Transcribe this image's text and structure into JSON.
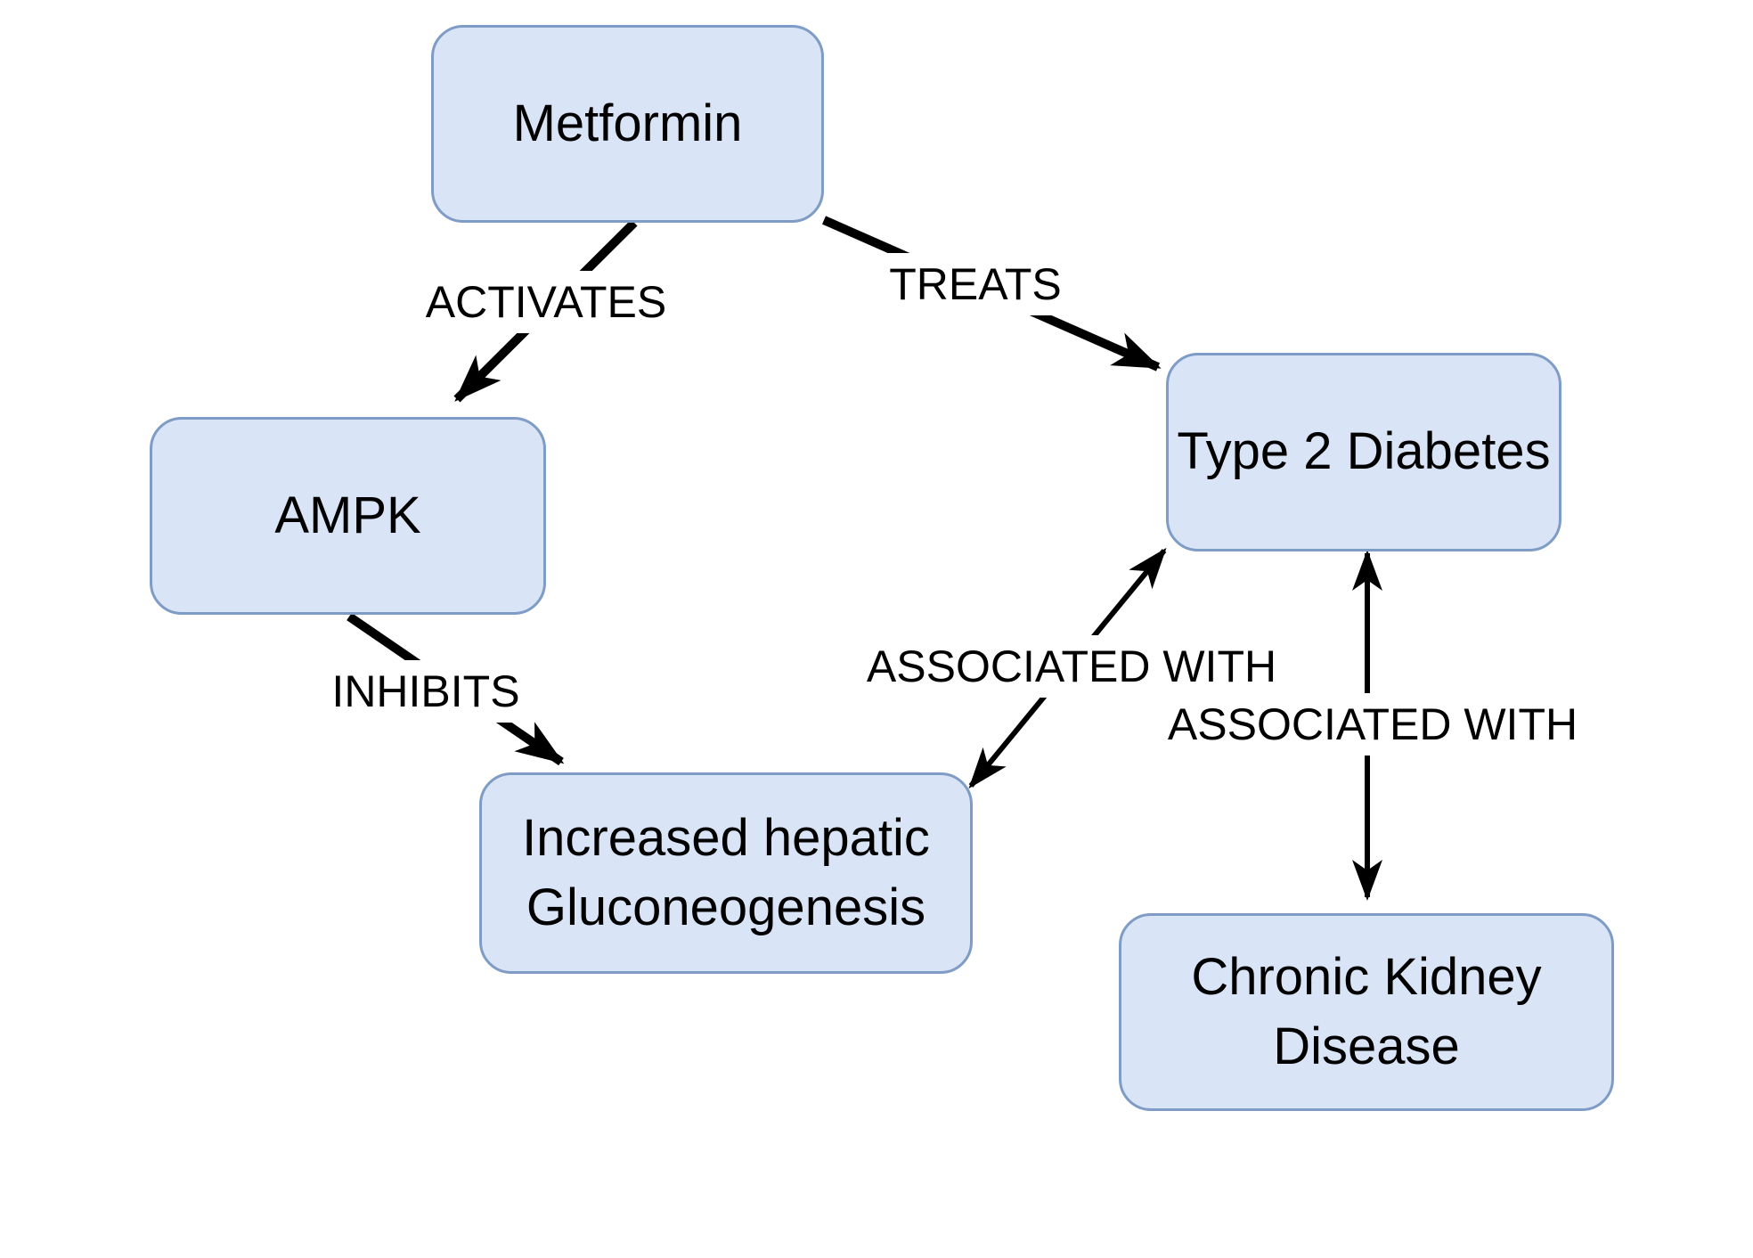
{
  "diagram": {
    "type": "knowledge-graph",
    "background_color": "#ffffff",
    "node_fill_color": "#d9e4f6",
    "node_border_color": "#7e9cc6",
    "text_color": "#000000",
    "arrow_color": "#000000"
  },
  "nodes": {
    "metformin": {
      "label": "Metformin"
    },
    "ampk": {
      "label": "AMPK"
    },
    "type2_diabetes": {
      "label": "Type 2 Diabetes"
    },
    "increased_hepatic_gluconeogenesis": {
      "label_line1": "Increased hepatic",
      "label_line2": "Gluconeogenesis"
    },
    "chronic_kidney_disease": {
      "label_line1": "Chronic Kidney",
      "label_line2": "Disease"
    }
  },
  "edges": {
    "activates": {
      "label": "ACTIVATES",
      "from": "Metformin",
      "to": "AMPK",
      "arrow": "one-way"
    },
    "treats": {
      "label": "TREATS",
      "from": "Metformin",
      "to": "Type 2 Diabetes",
      "arrow": "one-way"
    },
    "inhibits": {
      "label": "INHIBITS",
      "from": "AMPK",
      "to": "Increased hepatic Gluconeogenesis",
      "arrow": "one-way"
    },
    "associated_gluconeogenesis_t2d": {
      "label": "ASSOCIATED WITH",
      "from": "Increased hepatic Gluconeogenesis",
      "to": "Type 2 Diabetes",
      "arrow": "two-way"
    },
    "associated_t2d_ckd": {
      "label": "ASSOCIATED WITH",
      "from": "Type 2 Diabetes",
      "to": "Chronic Kidney Disease",
      "arrow": "two-way"
    }
  }
}
